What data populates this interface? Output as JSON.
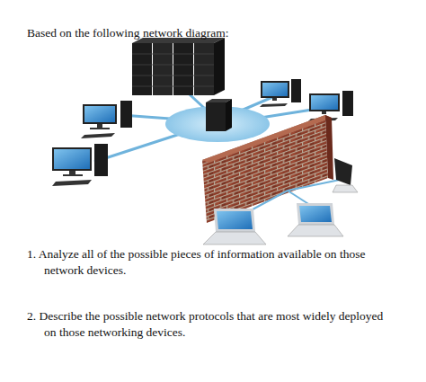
{
  "diagram": {
    "title": "Based on the following network diagram:",
    "labels": [
      "1. Analyze all of the possible pieces of information available on those network devices.",
      "2. Describe the possible network protocols that are most widely deployed on those networking devices."
    ]
  }
}
